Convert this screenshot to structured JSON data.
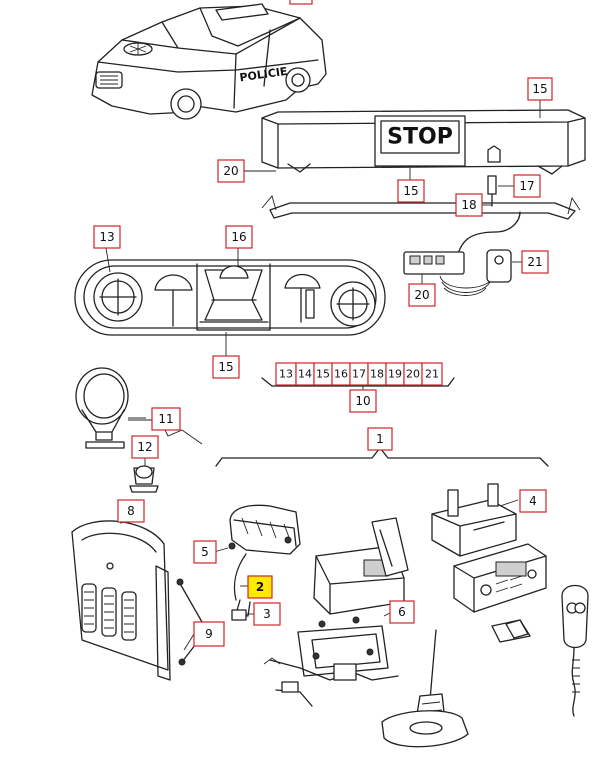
{
  "vehicle_text": "POLICIE",
  "lightbar_text": "STOP",
  "callouts": [
    {
      "id": "c1",
      "label": "1",
      "highlighted": false
    },
    {
      "id": "c2",
      "label": "2",
      "highlighted": true
    },
    {
      "id": "c3",
      "label": "3",
      "highlighted": false
    },
    {
      "id": "c4",
      "label": "4",
      "highlighted": false
    },
    {
      "id": "c5",
      "label": "5",
      "highlighted": false
    },
    {
      "id": "c6",
      "label": "6",
      "highlighted": false
    },
    {
      "id": "c8",
      "label": "8",
      "highlighted": false
    },
    {
      "id": "c9",
      "label": "9",
      "highlighted": false
    },
    {
      "id": "c10",
      "label": "10",
      "highlighted": false
    },
    {
      "id": "c11",
      "label": "11",
      "highlighted": false
    },
    {
      "id": "c12",
      "label": "12",
      "highlighted": false
    },
    {
      "id": "c13",
      "label": "13",
      "highlighted": false
    },
    {
      "id": "c14",
      "label": "14",
      "highlighted": false
    },
    {
      "id": "c15a",
      "label": "15",
      "highlighted": false
    },
    {
      "id": "c15b",
      "label": "15",
      "highlighted": false
    },
    {
      "id": "c16",
      "label": "16",
      "highlighted": false
    },
    {
      "id": "c17",
      "label": "17",
      "highlighted": false
    },
    {
      "id": "c18",
      "label": "18",
      "highlighted": false
    },
    {
      "id": "c19",
      "label": "19",
      "highlighted": false
    },
    {
      "id": "c20",
      "label": "20",
      "highlighted": false
    },
    {
      "id": "c21",
      "label": "21",
      "highlighted": false
    }
  ],
  "kit_row": [
    "13",
    "14",
    "15",
    "16",
    "17",
    "18",
    "19",
    "20",
    "21"
  ],
  "colors": {
    "callout_border": "#d0242a",
    "highlight": "#ffea00",
    "line": "#222222"
  }
}
